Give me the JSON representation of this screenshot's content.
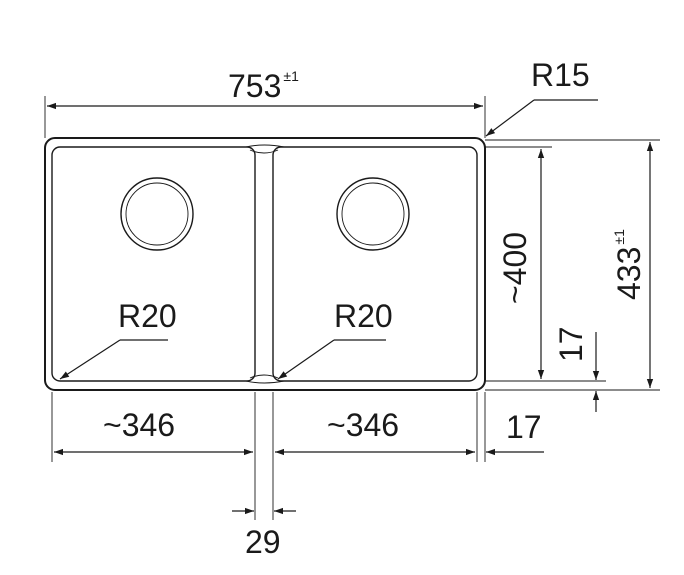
{
  "drawing": {
    "overall_width": {
      "value": "753",
      "tolerance": "±1"
    },
    "overall_depth": {
      "value": "433",
      "tolerance": "±1"
    },
    "outer_radius": "R15",
    "inner_depth": "~400",
    "left_bowl_radius": "R20",
    "right_bowl_radius": "R20",
    "left_bowl_width": "~346",
    "right_bowl_width": "~346",
    "divider_width": "29",
    "side_margin": "17",
    "bottom_margin": "17"
  },
  "colors": {
    "line": "#1a1a1a",
    "background": "#ffffff"
  }
}
